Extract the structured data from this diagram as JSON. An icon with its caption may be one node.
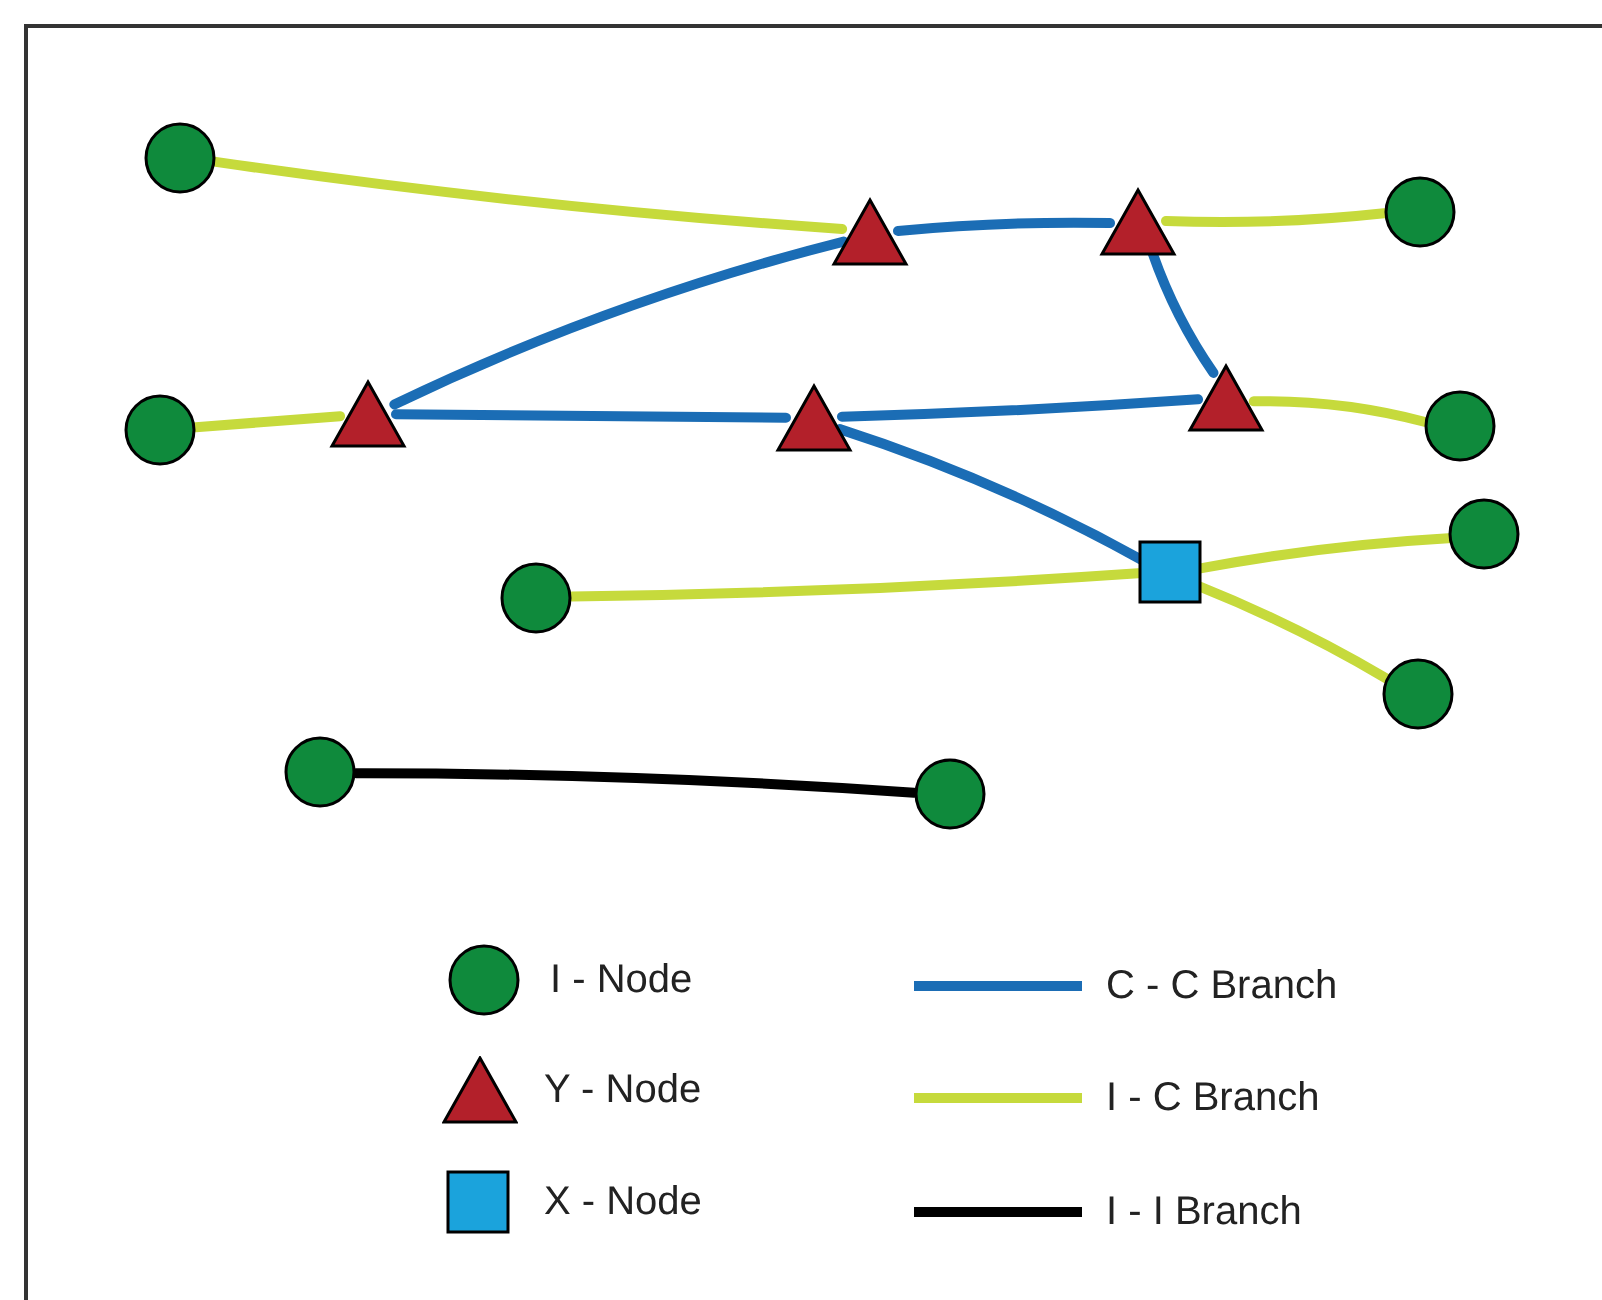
{
  "diagram": {
    "nodes": [
      {
        "text": [],
        "shape": "circle"
      },
      {
        "text": [],
        "shape": "circle"
      },
      {
        "text": [],
        "shape": "circle"
      },
      {
        "text": [],
        "shape": "circle"
      },
      {
        "text": [],
        "shape": "circle"
      },
      {
        "text": [],
        "shape": "circle"
      },
      {
        "text": [],
        "shape": "circle"
      },
      {
        "text": [],
        "shape": "circle"
      },
      {
        "text": [],
        "shape": "circle"
      },
      {
        "text": [],
        "shape": "triangle"
      },
      {
        "text": [],
        "shape": "triangle"
      },
      {
        "text": [],
        "shape": "triangle"
      },
      {
        "text": [],
        "shape": "triangle"
      },
      {
        "text": [],
        "shape": "triangle"
      },
      {
        "text": [],
        "shape": "box"
      }
    ],
    "edges": [
      {
        "from": 0,
        "to": 10,
        "arrow": "none"
      },
      {
        "from": 11,
        "to": 3,
        "arrow": "none"
      },
      {
        "from": 1,
        "to": 9,
        "arrow": "none"
      },
      {
        "from": 13,
        "to": 4,
        "arrow": "none"
      },
      {
        "from": 2,
        "to": 14,
        "arrow": "none"
      },
      {
        "from": 14,
        "to": 5,
        "arrow": "none"
      },
      {
        "from": 14,
        "to": 6,
        "arrow": "none"
      },
      {
        "from": 9,
        "to": 10,
        "arrow": "none",
        "color": "#1b6db5"
      },
      {
        "from": 10,
        "to": 11,
        "arrow": "none",
        "color": "#1b6db5"
      },
      {
        "from": 11,
        "to": 13,
        "arrow": "none",
        "color": "#1b6db5"
      },
      {
        "from": 9,
        "to": 12,
        "arrow": "none",
        "color": "#1b6db5"
      },
      {
        "from": 12,
        "to": 13,
        "arrow": "none",
        "color": "#1b6db5"
      },
      {
        "from": 12,
        "to": 14,
        "arrow": "none",
        "color": "#1b6db5"
      },
      {
        "from": 7,
        "to": 8,
        "arrow": "none",
        "color": "#000000"
      }
    ],
    "legend": [
      {
        "text": "I - Node"
      },
      {
        "text": "Y - Node"
      },
      {
        "text": "X - Node"
      },
      {
        "text": "C - C Branch"
      },
      {
        "text": "I - C Branch"
      },
      {
        "text": "I - I Branch"
      }
    ]
  }
}
